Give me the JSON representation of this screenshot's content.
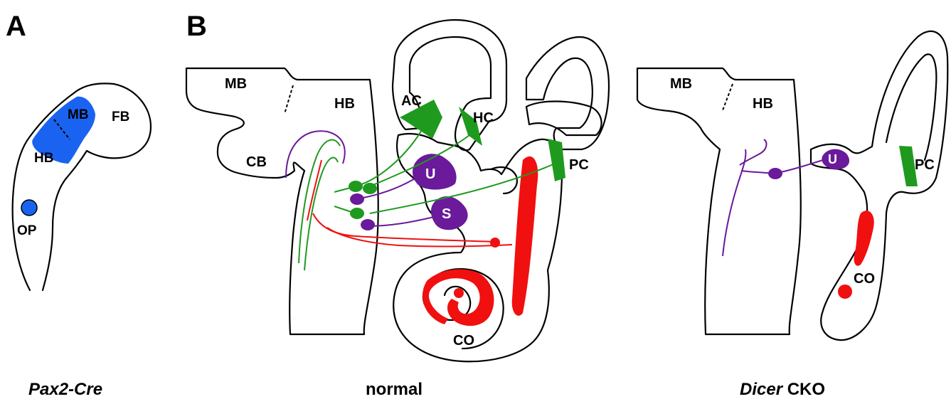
{
  "panels": {
    "a": "A",
    "b": "B"
  },
  "panel_a": {
    "labels": {
      "mb": "MB",
      "fb": "FB",
      "hb": "HB",
      "op": "OP"
    },
    "caption_italic": "Pax2-Cre"
  },
  "panel_normal": {
    "labels": {
      "mb": "MB",
      "hb": "HB",
      "cb": "CB",
      "ac": "AC",
      "hc": "HC",
      "pc": "PC",
      "u": "U",
      "s": "S",
      "co": "CO"
    },
    "caption": "normal"
  },
  "panel_cko": {
    "labels": {
      "mb": "MB",
      "hb": "HB",
      "u": "U",
      "pc": "PC",
      "co": "CO"
    },
    "caption_italic": "Dicer",
    "caption_rest": " CKO"
  },
  "colors": {
    "blue": "#1a63f0",
    "green": "#1f9a1f",
    "purple": "#6a1a9a",
    "red": "#f01010",
    "grey_fill": "#e6e6e6"
  }
}
